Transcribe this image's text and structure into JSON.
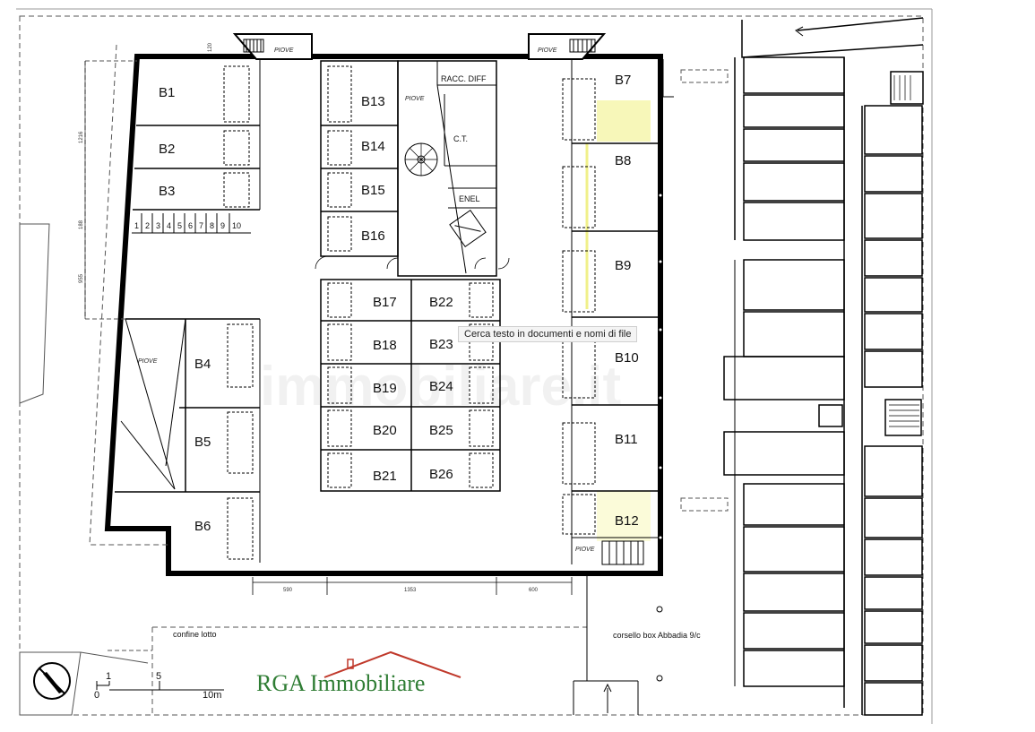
{
  "boxes_left": [
    "B1",
    "B2",
    "B3",
    "B4",
    "B5",
    "B6"
  ],
  "boxes_center_left": [
    "B13",
    "B14",
    "B15",
    "B16"
  ],
  "boxes_center_a": [
    "B17",
    "B18",
    "B19",
    "B20",
    "B21"
  ],
  "boxes_center_b": [
    "B22",
    "B23",
    "B24",
    "B25",
    "B26"
  ],
  "boxes_right": [
    "B7",
    "B8",
    "B9",
    "B10",
    "B11",
    "B12"
  ],
  "moto_slots": [
    "1",
    "2",
    "3",
    "4",
    "5",
    "6",
    "7",
    "8",
    "9",
    "10"
  ],
  "rooms": {
    "racc_diff": "RACC. DIFF",
    "ct": "C.T.",
    "enel": "ENEL"
  },
  "piove": "PIOVE",
  "labels": {
    "confine_lotto": "confine lotto",
    "corsello": "corsello box Abbadia 9/c"
  },
  "scale": {
    "one": "1",
    "five": "5",
    "zero": "0",
    "ten": "10m"
  },
  "dimensions": {
    "d1": "1216",
    "d2": "188",
    "d3": "955",
    "d4": "120",
    "bottom_left": "590",
    "bottom_mid": "1353",
    "bottom_right": "600"
  },
  "tooltip": "Cerca testo in documenti e nomi di file",
  "watermark": "immobiliare.it",
  "logo": "RGA Immobiliare",
  "colors": {
    "logo": "#2f7d34",
    "wall": "#000000",
    "highlight": "#f2f29a"
  }
}
